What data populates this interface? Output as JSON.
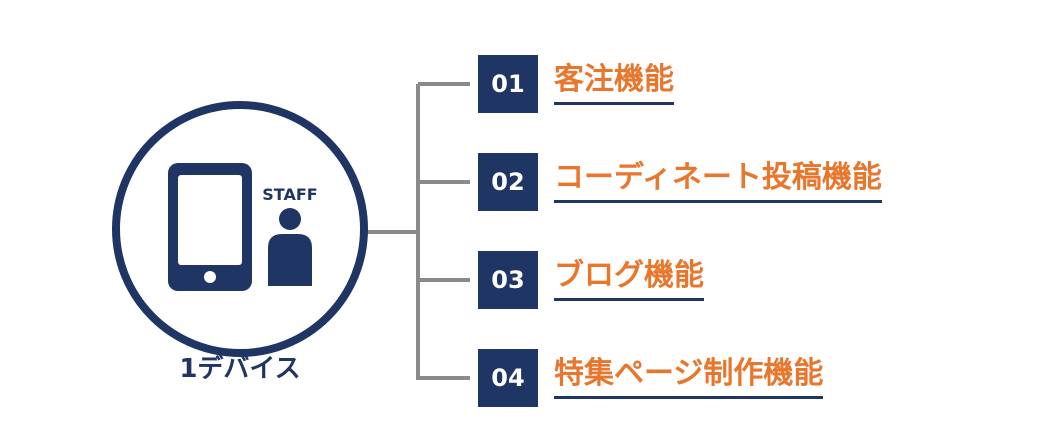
{
  "device": {
    "label": "1デバイス",
    "badge": "STAFF",
    "tablet_icon": "tablet-icon",
    "person_icon": "person-icon"
  },
  "features": [
    {
      "number": "01",
      "title": "客注機能"
    },
    {
      "number": "02",
      "title": "コーディネート投稿機能"
    },
    {
      "number": "03",
      "title": "ブログ機能"
    },
    {
      "number": "04",
      "title": "特集ページ制作機能"
    }
  ],
  "colors": {
    "navy": "#1f3564",
    "orange": "#e8762c",
    "connector": "#8a8a8a"
  }
}
